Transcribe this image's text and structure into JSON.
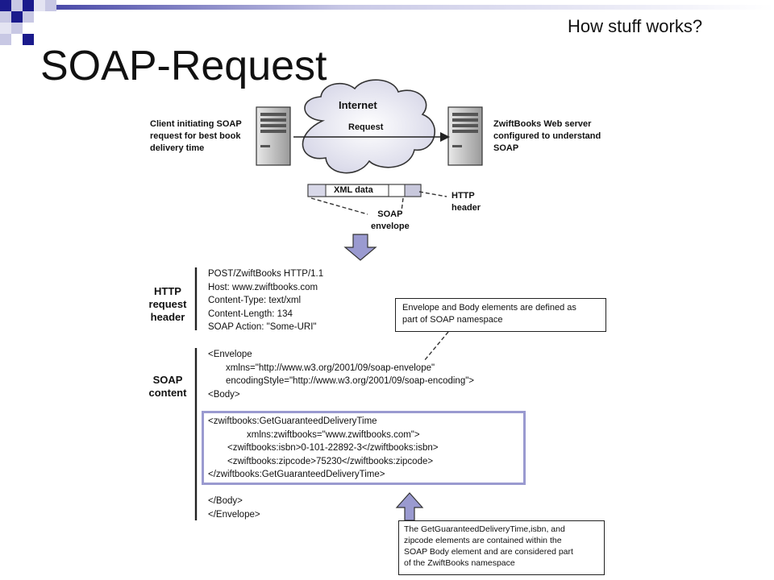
{
  "slide": {
    "title": "SOAP-Request",
    "top_right": "How stuff works?"
  },
  "diagram": {
    "cloud": {
      "title": "Internet",
      "arrow_label": "Request"
    },
    "client_caption": [
      "Client initiating SOAP",
      "request for best book",
      "delivery time"
    ],
    "server_caption": [
      "ZwiftBooks Web server",
      "configured to understand",
      "SOAP"
    ],
    "packet": {
      "xml_label": "XML data",
      "http_header": [
        "HTTP",
        "header"
      ],
      "soap_envelope": [
        "SOAP",
        "envelope"
      ]
    },
    "http_section": {
      "label": [
        "HTTP",
        "request",
        "header"
      ],
      "lines": [
        "POST/ZwiftBooks HTTP/1.1",
        "Host: www.zwiftbooks.com",
        "Content-Type: text/xml",
        "Content-Length: 134",
        "SOAP Action: \"Some-URI\""
      ]
    },
    "soap_section": {
      "label": [
        "SOAP",
        "content"
      ],
      "envelope_lines": [
        "<Envelope",
        "xmlns=\"http://www.w3.org/2001/09/soap-envelope\"",
        "encodingStyle=\"http://www.w3.org/2001/09/soap-encoding\">",
        "<Body>"
      ],
      "body_lines": [
        "<zwiftbooks:GetGuaranteedDeliveryTime",
        "xmlns:zwiftbooks=\"www.zwiftbooks.com\">",
        "<zwiftbooks:isbn>0-101-22892-3</zwiftbooks:isbn>",
        "<zwiftbooks:zipcode>75230</zwiftbooks:zipcode>",
        "</zwiftbooks:GetGuaranteedDeliveryTime>"
      ],
      "closing_lines": [
        "</Body>",
        "</Envelope>"
      ]
    },
    "callout_namespace": [
      "Envelope and Body elements are defined as",
      "part of SOAP namespace"
    ],
    "callout_elements": [
      "The GetGuaranteedDeliveryTime,isbn, and",
      "zipcode elements are contained within the",
      "SOAP Body element and are considered part",
      "of the ZwiftBooks namespace"
    ]
  }
}
